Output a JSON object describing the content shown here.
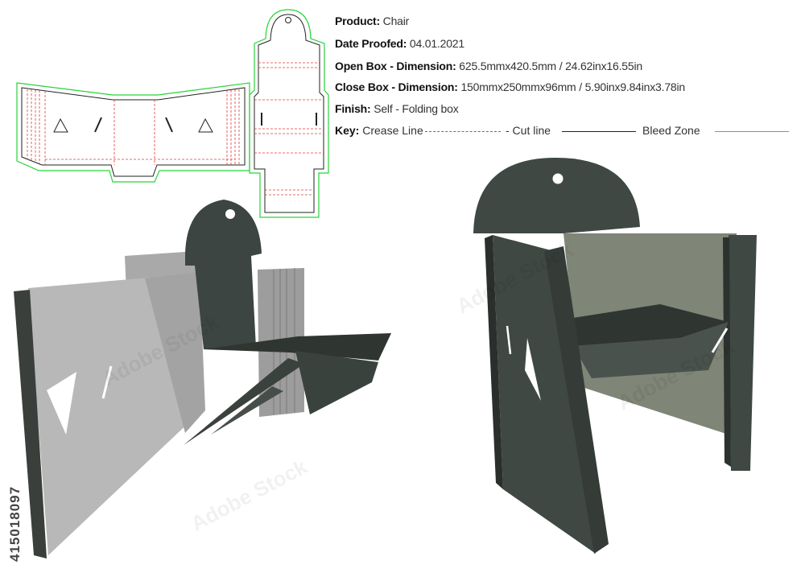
{
  "spec": {
    "product_label": "Product:",
    "product_value": "Chair",
    "date_label": "Date Proofed:",
    "date_value": "04.01.2021",
    "open_label": "Open Box - Dimension:",
    "open_value": "625.5mmx420.5mm / 24.62inx16.55in",
    "close_label": "Close Box - Dimension:",
    "close_value": "150mmx250mmx96mm / 5.90inx9.84inx3.78in",
    "finish_label": "Finish:",
    "finish_value": "Self - Folding box"
  },
  "key": {
    "label": "Key:",
    "crease": "Crease Line",
    "cut": "- Cut line",
    "bleed": "Bleed Zone"
  },
  "colors": {
    "crease": "#e23b3b",
    "cut": "#222222",
    "bleed": "#27d33b",
    "dark_panel": "#3f4843",
    "light_panel": "#b4b4b4",
    "olive_panel": "#7f8577"
  },
  "stock_id": "415018097",
  "watermark": "Adobe Stock"
}
